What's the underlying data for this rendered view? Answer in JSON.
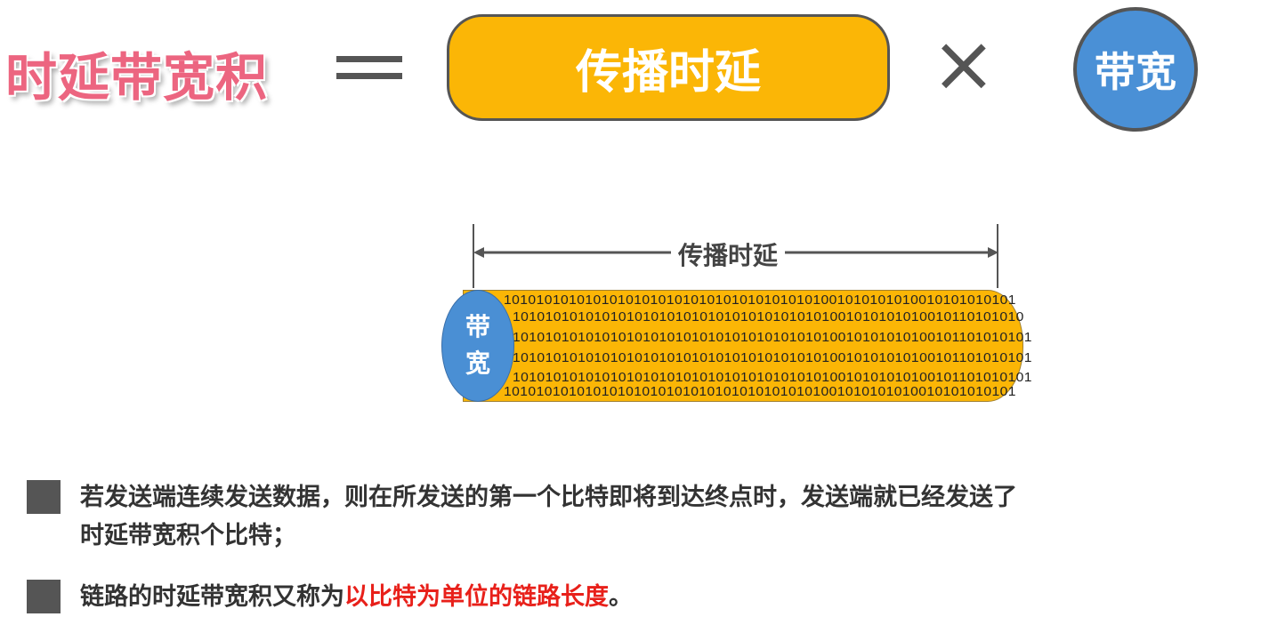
{
  "formula": {
    "lhs": "时延带宽积",
    "equals_icon": "equals-sign",
    "propagation_delay": "传播时延",
    "times_icon": "multiply-sign",
    "bandwidth": "带宽"
  },
  "diagram": {
    "arrow_label": "传播时延",
    "pipe_end_label": [
      "带",
      "宽"
    ],
    "bit_rows": [
      "101010101010101010101010101010101010101001010101010010101010101",
      "101010101010101010101010101010101010101001010101010010110101010",
      "1010101010101010101010101010101010101010010101010100101101010101",
      "1010101010101010101010101010101010101010010101010100101101010101",
      "1010101010101010101010101010101010101010010101010100101101010101",
      "101010101010101010101010101010101010101001010101010010101010101"
    ]
  },
  "bullets": [
    {
      "text_line1": "若发送端连续发送数据，则在所发送的第一个比特即将到达终点时，发送端就已经发送了",
      "text_line2": "时延带宽积个比特；"
    },
    {
      "text_plain": "链路的时延带宽积又称为",
      "text_highlight": "以比特为单位的链路长度",
      "text_end": "。"
    }
  ],
  "colors": {
    "title": "#ec6580",
    "orange": "#fbb606",
    "blue": "#4a90d6",
    "highlight": "#e8201a"
  }
}
